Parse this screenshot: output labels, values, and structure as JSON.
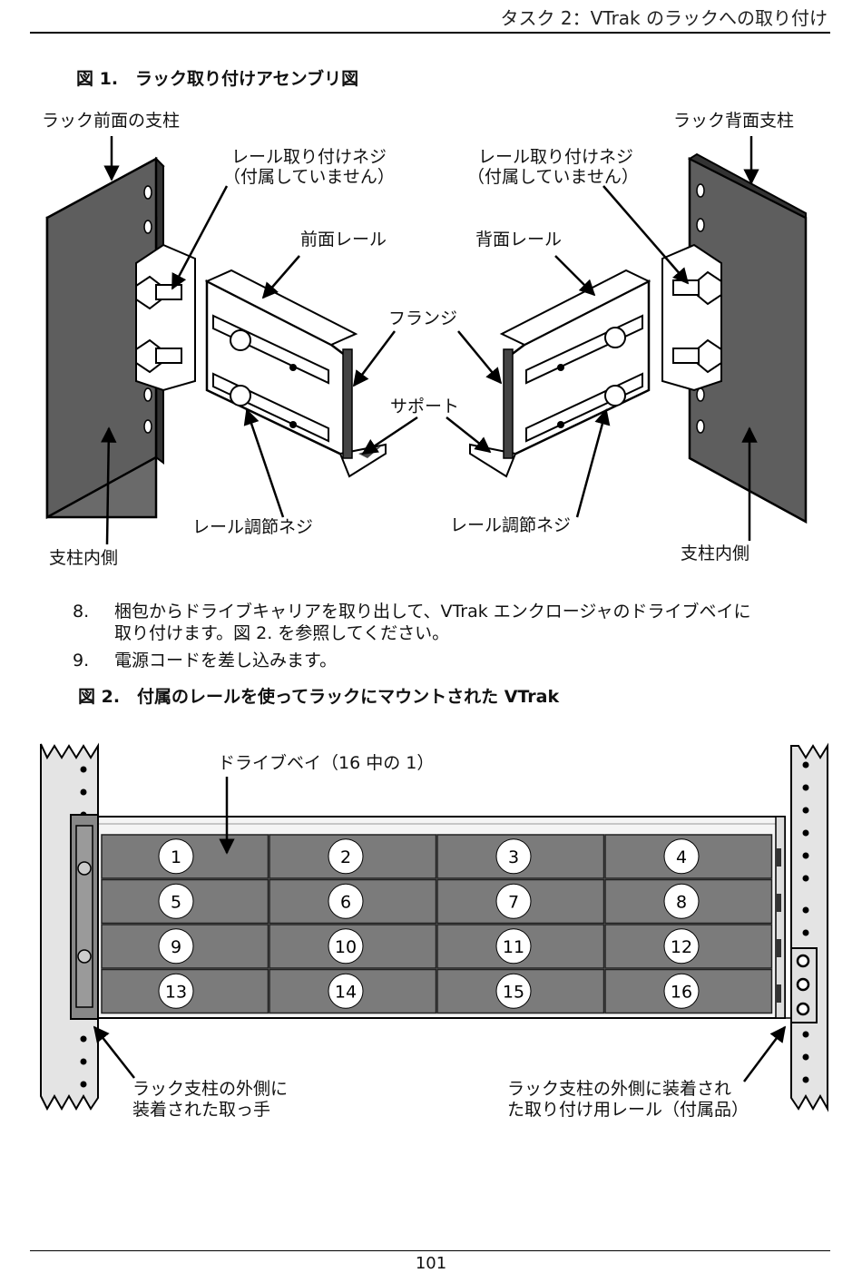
{
  "header": {
    "title": "タスク 2：VTrak のラックへの取り付け"
  },
  "figure1": {
    "caption": "図 1.　ラック取り付けアセンブリ図",
    "labels": {
      "front_post": "ラック前面の支柱",
      "rear_post": "ラック背面支柱",
      "screw_left_1": "レール取り付けネジ",
      "screw_left_2": "（付属していません）",
      "screw_right_1": "レール取り付けネジ",
      "screw_right_2": "（付属していません）",
      "front_rail": "前面レール",
      "rear_rail": "背面レール",
      "flange": "フランジ",
      "support": "サポート",
      "adjust_left": "レール調節ネジ",
      "adjust_right": "レール調節ネジ",
      "inner_left": "支柱内側",
      "inner_right": "支柱内側"
    }
  },
  "steps": [
    {
      "num": "8.",
      "line1": "梱包からドライブキャリアを取り出して、VTrak エンクロージャのドライブベイに",
      "line2": "取り付けます。図 2. を参照してください。"
    },
    {
      "num": "9.",
      "line1": " 電源コードを差し込みます。",
      "line2": ""
    }
  ],
  "figure2": {
    "caption": "図 2.　付属のレールを使ってラックにマウントされた VTrak",
    "bay_label": "ドライブベイ（16 中の 1）",
    "bays": [
      "1",
      "2",
      "3",
      "4",
      "5",
      "6",
      "7",
      "8",
      "9",
      "10",
      "11",
      "12",
      "13",
      "14",
      "15",
      "16"
    ],
    "handle_label_1": "ラック支柱の外側に",
    "handle_label_2": "装着された取っ手",
    "rail_label_1": "ラック支柱の外側に装着され",
    "rail_label_2": "た取り付け用レール（付属品）"
  },
  "footer": {
    "page": "101"
  }
}
